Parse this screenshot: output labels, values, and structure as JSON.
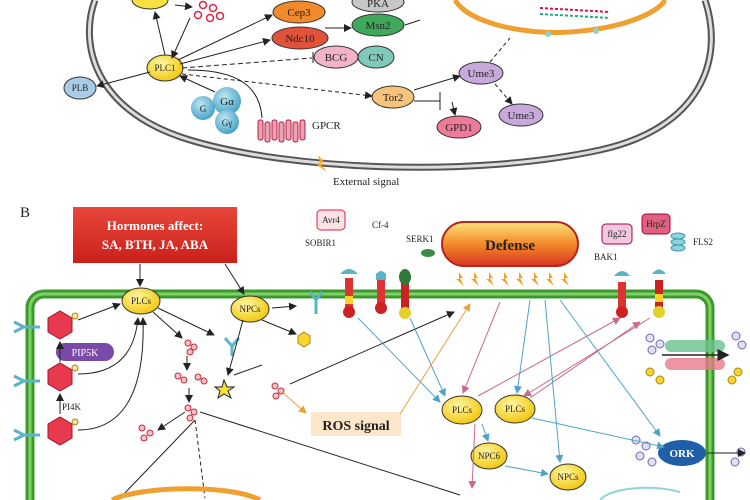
{
  "panel_a": {
    "nodes": {
      "cep3": "Cep3",
      "ndc10": "Ndc10",
      "pka": "PKA",
      "msn2": "Msn2",
      "bcg": "BCG",
      "cn": "CN",
      "plc1": "PLC1",
      "plb": "PLB",
      "tor2": "Tor2",
      "ume3_top": "Ume3",
      "ume3_bottom": "Ume3",
      "gpd1": "GPD1",
      "g_alpha": "Gα",
      "g_gamma": "Gγ",
      "g_left": "G",
      "gpcr": "GPCR",
      "external_signal": "External signal"
    }
  },
  "panel_b": {
    "letter": "B",
    "hormones_line1": "Hormones affect:",
    "hormones_line2": "SA, BTH, JA, ABA",
    "defense": "Defense",
    "avr4": "Avr4",
    "sobir1": "SOBIR1",
    "cf4": "Cf-4",
    "serk1": "SERK1",
    "flg22": "flg22",
    "hrpz": "HrpZ",
    "bak1": "BAK1",
    "fls2": "FLS2",
    "plcs_top": "PLCs",
    "npcs_top": "NPCs",
    "php5k": "PIP5K",
    "pi4k": "PI4K",
    "ros": "ROS signal",
    "plcs_mid1": "PLCs",
    "plcs_mid2": "PLCs",
    "npc6": "NPC6",
    "npcs_mid": "NPCs",
    "ork": "ORK"
  }
}
